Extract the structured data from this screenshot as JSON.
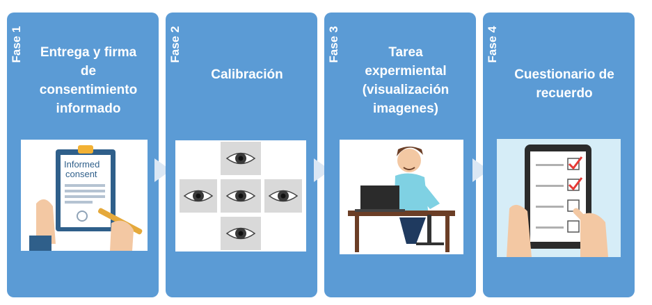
{
  "phases": [
    {
      "label": "Fase 1",
      "title_lines": [
        "Entrega y firma",
        "de",
        "consentimiento",
        "informado"
      ]
    },
    {
      "label": "Fase 2",
      "title_lines": [
        "Calibración"
      ]
    },
    {
      "label": "Fase 3",
      "title_lines": [
        "Tarea",
        "expermiental",
        "(visualización",
        "imagenes)"
      ]
    },
    {
      "label": "Fase 4",
      "title_lines": [
        "Cuestionario de",
        "recuerdo"
      ]
    }
  ],
  "consent_form": {
    "heading_line1": "Informed",
    "heading_line2": "consent"
  },
  "icons": [
    "clipboard-icon",
    "pen-icon",
    "eye-icon",
    "arrow-icon",
    "laptop-icon",
    "checkbox-icon"
  ],
  "colors": {
    "panel": "#5b9bd5",
    "arrow": "#dbe7f4",
    "check": "#e53935"
  }
}
